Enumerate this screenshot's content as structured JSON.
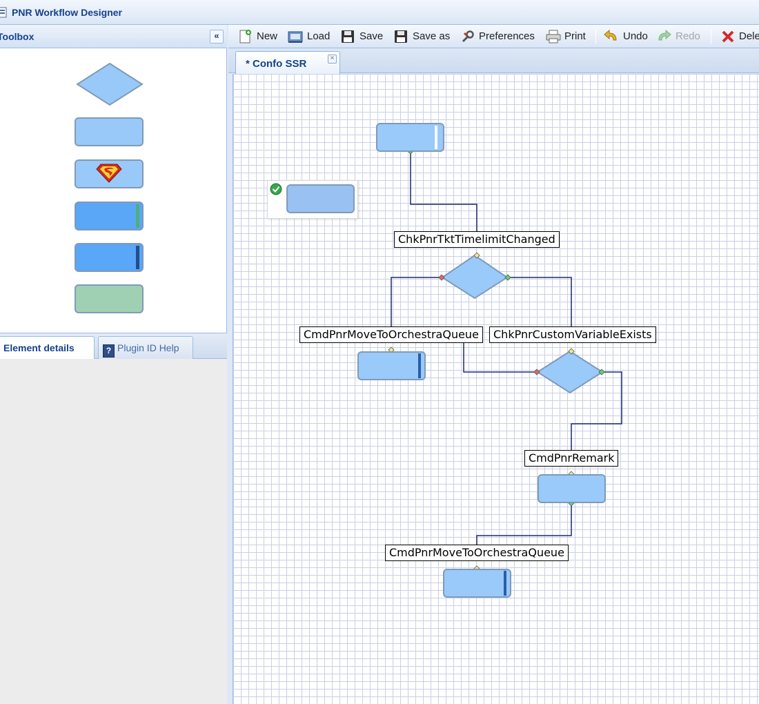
{
  "app": {
    "title": "PNR Workflow Designer"
  },
  "toolbox": {
    "title": "Toolbox",
    "collapse_glyph": "«",
    "items": [
      {
        "name": "decision-shape",
        "color": "#99c9f9"
      },
      {
        "name": "command-shape",
        "color": "#99c9f9"
      },
      {
        "name": "superman-shape",
        "color": "#99c9f9"
      },
      {
        "name": "green-bar-command-shape",
        "color": "#5aa6f7"
      },
      {
        "name": "dark-bar-command-shape",
        "color": "#5aa6f7"
      },
      {
        "name": "end-shape",
        "color": "#9fd0b4"
      }
    ]
  },
  "details": {
    "tabs": [
      {
        "label": "Element details",
        "active": true
      },
      {
        "label": "Plugin ID Help",
        "active": false,
        "icon": "help-book-icon"
      }
    ]
  },
  "toolbar": {
    "buttons": [
      {
        "label": "New",
        "icon": "new-document-icon",
        "enabled": true
      },
      {
        "label": "Load",
        "icon": "load-icon",
        "enabled": true
      },
      {
        "label": "Save",
        "icon": "save-icon",
        "enabled": true
      },
      {
        "label": "Save as",
        "icon": "save-as-icon",
        "enabled": true
      },
      {
        "label": "Preferences",
        "icon": "wrench-icon",
        "enabled": true
      },
      {
        "label": "Print",
        "icon": "printer-icon",
        "enabled": true
      },
      {
        "label": "Undo",
        "icon": "undo-icon",
        "enabled": true
      },
      {
        "label": "Redo",
        "icon": "redo-icon",
        "enabled": false
      },
      {
        "label": "Dele",
        "icon": "delete-icon",
        "enabled": true
      }
    ]
  },
  "document_tab": {
    "label": "* Confo SSR",
    "close_glyph": "×"
  },
  "workflow": {
    "nodes": [
      {
        "label": "ChkPnrTktTimelimitChanged",
        "kind": "decision"
      },
      {
        "label": "CmdPnrMoveToOrchestraQueue",
        "kind": "command"
      },
      {
        "label": "ChkPnrCustomVariableExists",
        "kind": "decision"
      },
      {
        "label": "CmdPnrRemark",
        "kind": "command"
      },
      {
        "label": "CmdPnrMoveToOrchestraQueue",
        "kind": "command"
      }
    ],
    "colors": {
      "node_fill": "#99caf9",
      "node_border": "#7f9ab8",
      "wire": "#1a2a6b",
      "port_true": "#5fd36f",
      "port_false": "#e8636a",
      "port_in": "#f2e98a"
    }
  }
}
